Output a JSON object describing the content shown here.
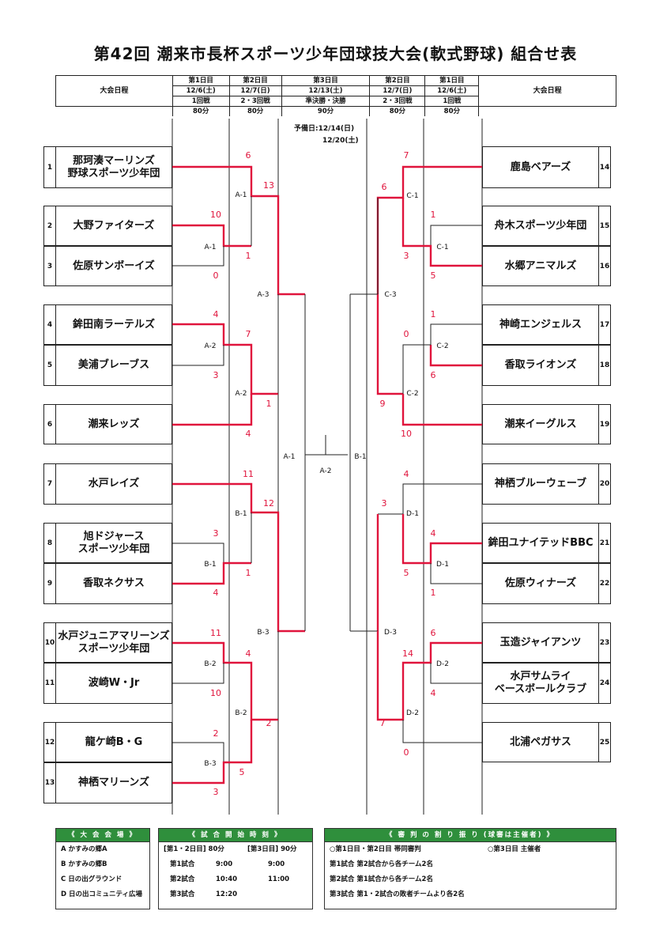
{
  "title": "第42回 潮来市長杯スポーツ少年団球技大会(軟式野球) 組合せ表",
  "schedule": {
    "label_left": "大会日程",
    "label_right": "大会日程",
    "columns": [
      {
        "day": "第1日目",
        "date": "12/6(土)",
        "round": "1回戦",
        "time": "80分"
      },
      {
        "day": "第2日目",
        "date": "12/7(日)",
        "round": "2・3回戦",
        "time": "80分"
      },
      {
        "day": "第3日目",
        "date": "12/13(土)",
        "round": "準決勝・決勝",
        "time": "90分"
      },
      {
        "day": "第2日目",
        "date": "12/7(日)",
        "round": "2・3回戦",
        "time": "80分"
      },
      {
        "day": "第1日目",
        "date": "12/6(土)",
        "round": "1回戦",
        "time": "80分"
      }
    ],
    "reserve_line1": "予備日:12/14(日)",
    "reserve_line2": "12/20(土)"
  },
  "teams_left": [
    {
      "num": "1",
      "name": "那珂湊マーリンズ\n野球スポーツ少年団"
    },
    {
      "num": "2",
      "name": "大野ファイターズ"
    },
    {
      "num": "3",
      "name": "佐原サンボーイズ"
    },
    {
      "num": "4",
      "name": "鉾田南ラーテルズ"
    },
    {
      "num": "5",
      "name": "美浦ブレーブス"
    },
    {
      "num": "6",
      "name": "潮来レッズ"
    },
    {
      "num": "7",
      "name": "水戸レイズ"
    },
    {
      "num": "8",
      "name": "旭ドジャース\nスポーツ少年団"
    },
    {
      "num": "9",
      "name": "香取ネクサス"
    },
    {
      "num": "10",
      "name": "水戸ジュニアマリーンズ\nスポーツ少年団"
    },
    {
      "num": "11",
      "name": "波崎W・Jr"
    },
    {
      "num": "12",
      "name": "龍ケ崎B・G"
    },
    {
      "num": "13",
      "name": "神栖マリーンズ"
    }
  ],
  "teams_right": [
    {
      "num": "14",
      "name": "鹿島ベアーズ"
    },
    {
      "num": "15",
      "name": "舟木スポーツ少年団"
    },
    {
      "num": "16",
      "name": "水郷アニマルズ"
    },
    {
      "num": "17",
      "name": "神崎エンジェルス"
    },
    {
      "num": "18",
      "name": "香取ライオンズ"
    },
    {
      "num": "19",
      "name": "潮来イーグルス"
    },
    {
      "num": "20",
      "name": "神栖ブルーウェーブ"
    },
    {
      "num": "21",
      "name": "鉾田ユナイテッドBBC"
    },
    {
      "num": "22",
      "name": "佐原ウィナーズ"
    },
    {
      "num": "23",
      "name": "玉造ジャイアンツ"
    },
    {
      "num": "24",
      "name": "水戸サムライ\nベースボールクラブ"
    },
    {
      "num": "25",
      "name": "北浦ペガサス"
    }
  ],
  "match_labels": [
    "A-1",
    "A-1",
    "A-2",
    "A-2",
    "A-3",
    "B-1",
    "B-1",
    "B-2",
    "B-2",
    "B-3",
    "B-3",
    "C-1",
    "C-1",
    "C-2",
    "C-2",
    "C-3",
    "D-1",
    "D-1",
    "D-2",
    "D-2",
    "D-3",
    "A-1",
    "B-1",
    "A-2"
  ],
  "scores": [
    "6",
    "13",
    "10",
    "1",
    "0",
    "4",
    "7",
    "3",
    "1",
    "4",
    "11",
    "12",
    "3",
    "1",
    "4",
    "11",
    "4",
    "10",
    "2",
    "2",
    "5",
    "3",
    "7",
    "6",
    "1",
    "3",
    "5",
    "1",
    "0",
    "6",
    "9",
    "10",
    "4",
    "3",
    "4",
    "5",
    "1",
    "6",
    "14",
    "4",
    "7",
    "0"
  ],
  "venues": {
    "header": "《 大 会 会 場 》",
    "items": [
      "A かすみの郷A",
      "B かすみの郷B",
      "C 日の出グラウンド",
      "D 日の出コミュニティ広場"
    ]
  },
  "start_times": {
    "header": "《 試 合 開 始 時 刻 》",
    "col1_head": "[第1・2日目] 80分",
    "col2_head": "[第3日目] 90分",
    "rows": [
      {
        "label": "第1試合",
        "t1": "9:00",
        "t2": "9:00"
      },
      {
        "label": "第2試合",
        "t1": "10:40",
        "t2": "11:00"
      },
      {
        "label": "第3試合",
        "t1": "12:20",
        "t2": ""
      }
    ]
  },
  "umpires": {
    "header": "《 審 判 の 割 り 振 り (球審は主催者) 》",
    "line1a": "○第1日目・第2日目 帯同審判",
    "line1b": "○第3日目 主催者",
    "line2": "第1試合 第2試合から各チーム2名",
    "line3": "第2試合 第1試合から各チーム2名",
    "line4": "第3試合 第1・2試合の敗者チームより各2名"
  },
  "colors": {
    "win_line": "#e0143c",
    "line": "#222222",
    "panel_header": "#2f8f3c"
  }
}
